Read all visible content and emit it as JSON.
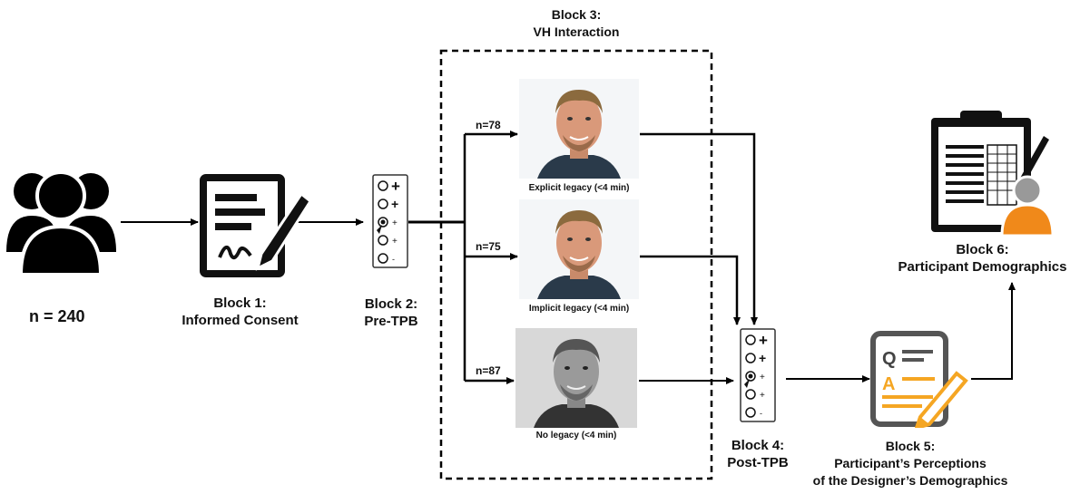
{
  "participants": {
    "count_label": "n = 240"
  },
  "block1": {
    "title": "Block 1:",
    "subtitle": "Informed Consent"
  },
  "block2": {
    "title": "Block 2:",
    "subtitle": "Pre-TPB"
  },
  "block3": {
    "title": "Block 3:",
    "subtitle": "VH Interaction"
  },
  "block4": {
    "title": "Block 4:",
    "subtitle": "Post-TPB"
  },
  "block5": {
    "title": "Block 5:",
    "line2": "Participant’s Perceptions",
    "line3": "of the Designer’s Demographics"
  },
  "block6": {
    "title": "Block 6:",
    "subtitle": "Participant Demographics"
  },
  "conditions": [
    {
      "n_label": "n=78",
      "caption": "Explicit  legacy  (<4 min)",
      "grayscale": false
    },
    {
      "n_label": "n=75",
      "caption": "Implicit  legacy  (<4 min)",
      "grayscale": false
    },
    {
      "n_label": "n=87",
      "caption": "No legacy  (<4 min)",
      "grayscale": true
    }
  ],
  "scale_icon": {
    "signs": [
      "+",
      "+",
      "+",
      "+",
      "-"
    ]
  },
  "qa_icon": {
    "q": "Q",
    "a": "A"
  },
  "colors": {
    "accent_orange": "#f5a623",
    "line": "#000000",
    "dark": "#111111"
  }
}
